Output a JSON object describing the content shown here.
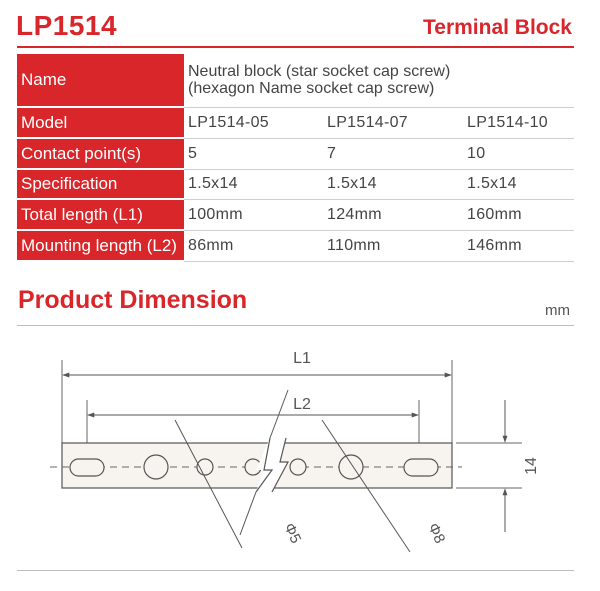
{
  "header": {
    "model_title": "LP1514",
    "category": "Terminal Block"
  },
  "spec_table": {
    "name_label": "Name",
    "name_lines": [
      "Neutral block (star socket cap screw)",
      "(hexagon Name socket cap screw)"
    ],
    "rows": [
      {
        "label": "Model",
        "values": [
          "LP1514-05",
          "LP1514-07",
          "LP1514-10"
        ]
      },
      {
        "label": "Contact point(s)",
        "values": [
          "5",
          "7",
          "10"
        ]
      },
      {
        "label": "Specification",
        "values": [
          "1.5x14",
          "1.5x14",
          "1.5x14"
        ]
      },
      {
        "label": "Total length (L1)",
        "values": [
          "100mm",
          "124mm",
          "160mm"
        ]
      },
      {
        "label": "Mounting length (L2)",
        "values": [
          "86mm",
          "110mm",
          "146mm"
        ]
      }
    ]
  },
  "dimension": {
    "title": "Product Dimension",
    "unit": "mm",
    "labels": {
      "l1": "L1",
      "l2": "L2",
      "height": "14",
      "small_hole": "Φ5",
      "large_hole": "Φ8"
    }
  },
  "colors": {
    "accent": "#d9262b",
    "bar_fill": "#f7f4ef",
    "line": "#555555"
  }
}
